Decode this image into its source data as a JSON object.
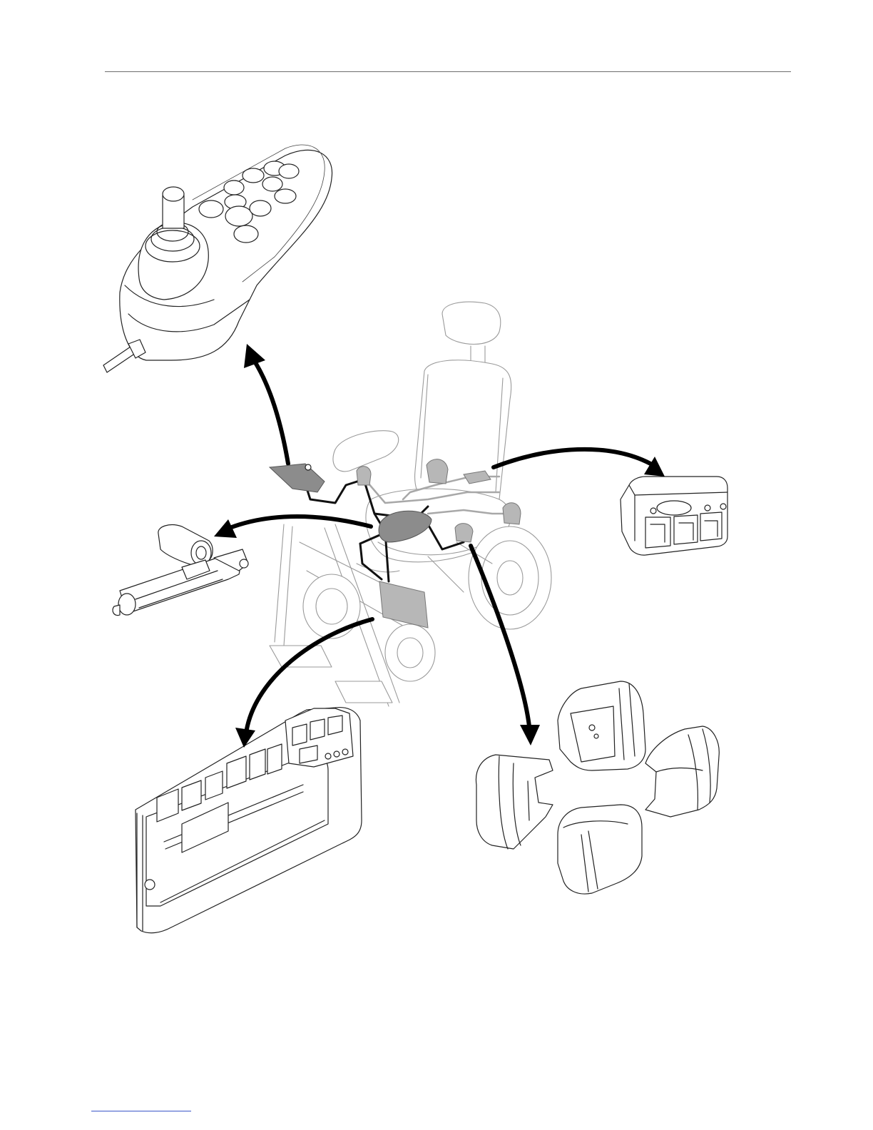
{
  "page": {
    "background": "#ffffff",
    "rule_color": "#6d6d6d",
    "link_color": "#3a56c8"
  },
  "diagram": {
    "components": [
      "joystick-control-module",
      "actuator-motor",
      "power-module",
      "expansion-module",
      "actuator-control-modules"
    ],
    "highlight_color": "#b7b7b7",
    "cable_color": "#111111",
    "arrow_color": "#000000"
  }
}
